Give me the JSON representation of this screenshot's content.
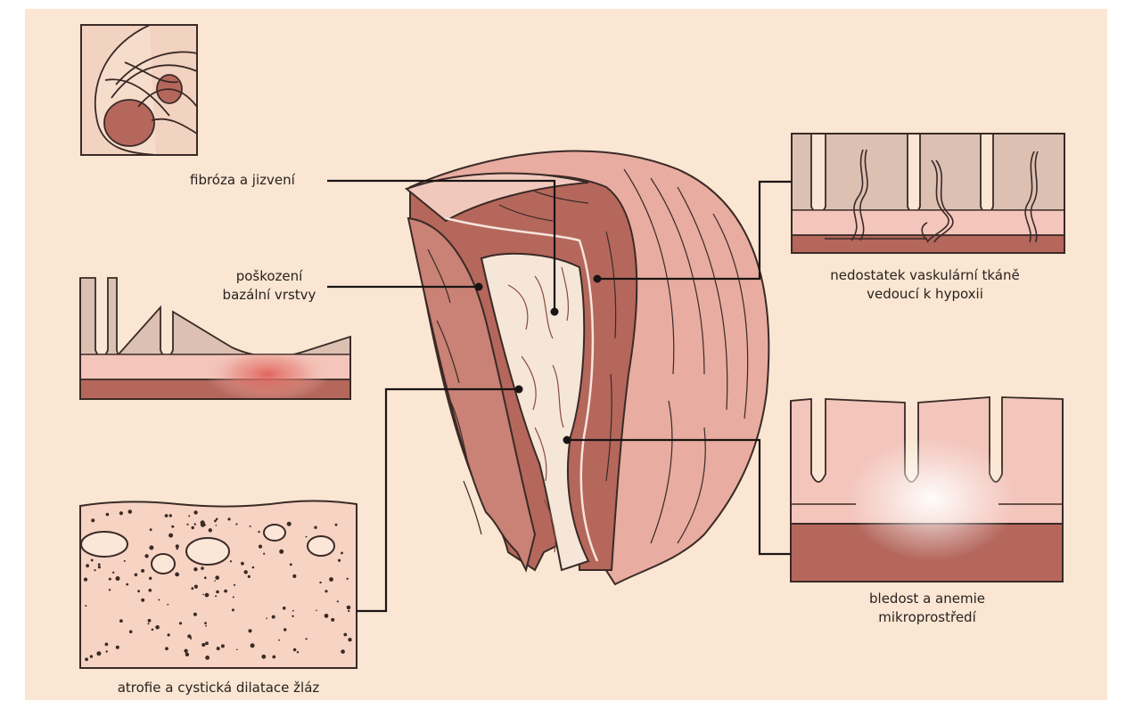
{
  "colors": {
    "background": "#fae6d2",
    "outline": "#3a2a26",
    "muscle": "#b5675c",
    "muscle_light": "#c98275",
    "outer_wall": "#e8aca0",
    "endometrium": "#e8c7b2",
    "basal_layer": "#f3c5bb",
    "basal_dark": "#b5675c",
    "damage_glow": "#e0605a",
    "cavity_tissue": "#f5e6d8"
  },
  "labels": {
    "fibrosis": "fibróza a jizvení",
    "basal_damage_1": "poškození",
    "basal_damage_2": "bazální vrstvy",
    "vascular_1": "nedostatek vaskulární tkáně",
    "vascular_2": "vedoucí k hypoxii",
    "pallor_1": "bledost a anemie",
    "pallor_2": "mikroprostředí",
    "atrophy": "atrofie a cystická dilatace žláz"
  }
}
